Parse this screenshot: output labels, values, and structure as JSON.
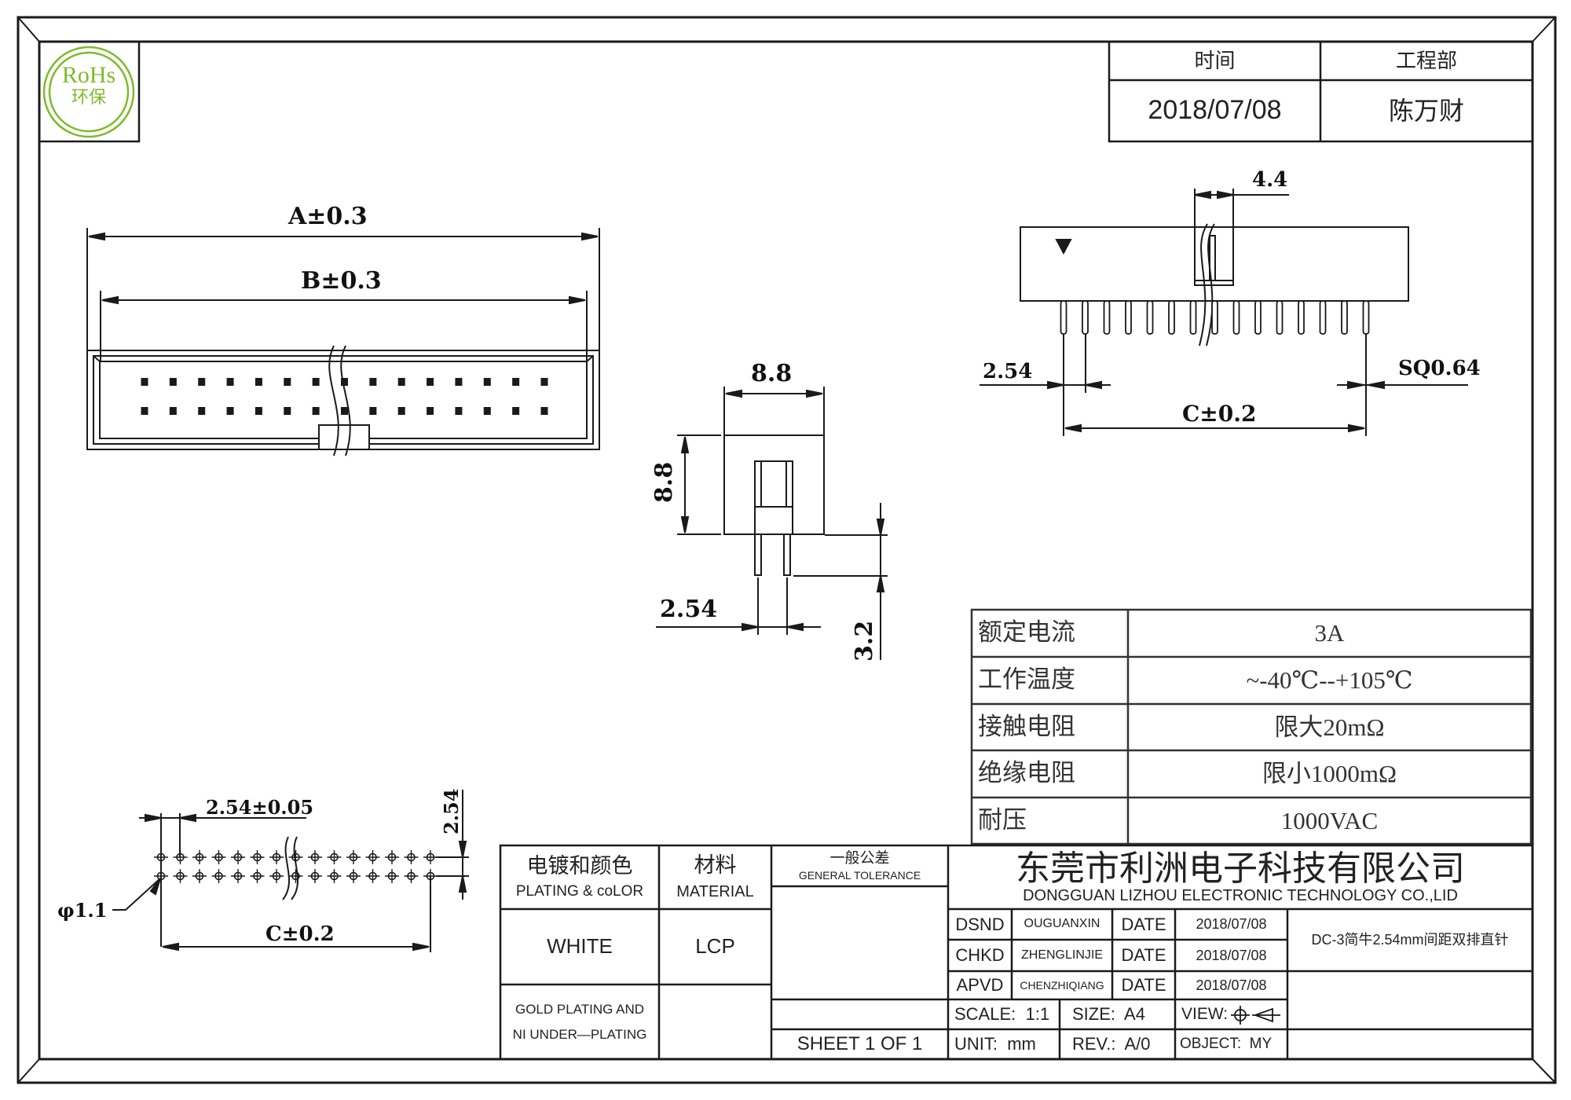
{
  "logo": {
    "line1": "RoHs",
    "line2": "环保",
    "color": "#7dbb2a"
  },
  "header_table": {
    "col1_label": "时间",
    "col2_label": "工程部",
    "col1_value": "2018/07/08",
    "col2_value": "陈万财"
  },
  "top_view": {
    "dim_a": "A±0.3",
    "dim_b": "B±0.3",
    "pins_per_row": 15,
    "rows": 2
  },
  "side_view": {
    "dim_width": "8.8",
    "dim_height": "8.8",
    "dim_pitch": "2.54",
    "dim_pin_length": "3.2"
  },
  "front_view": {
    "dim_key": "4.4",
    "dim_pitch": "2.54",
    "dim_pin": "SQ0.64",
    "dim_c": "C±0.2",
    "pins": 15
  },
  "pcb_layout": {
    "dim_pitch": "2.54±0.05",
    "dim_row": "2.54",
    "dim_hole": "φ1.1",
    "dim_c": "C±0.2",
    "holes_per_row": 15
  },
  "specs": [
    {
      "label": "额定电流",
      "value": "3A"
    },
    {
      "label": "工作温度",
      "value": "~-40℃--+105℃"
    },
    {
      "label": "接触电阻",
      "value": "限大20mΩ"
    },
    {
      "label": "绝缘电阻",
      "value": "限小1000mΩ"
    },
    {
      "label": "耐压",
      "value": "1000VAC"
    }
  ],
  "title_block": {
    "plating_label_cn": "电镀和颜色",
    "plating_label_en": "PLATING & coLOR",
    "material_label_cn": "材料",
    "material_label_en": "MATERIAL",
    "tolerance_label_cn": "一般公差",
    "tolerance_label_en": "GENERAL TOLERANCE",
    "color_value": "WHITE",
    "material_value": "LCP",
    "plating_value_1": "GOLD PLATING AND",
    "plating_value_2": "NI UNDER—PLATING",
    "sheet": "SHEET 1 OF 1",
    "company_cn": "东莞市利洲电子科技有限公司",
    "company_en": "DONGGUAN LIZHOU ELECTRONIC TECHNOLOGY CO.,LID",
    "signoffs": [
      {
        "role": "DSND",
        "name": "OUGUANXIN",
        "date_label": "DATE",
        "date": "2018/07/08"
      },
      {
        "role": "CHKD",
        "name": "ZHENGLINJIE",
        "date_label": "DATE",
        "date": "2018/07/08"
      },
      {
        "role": "APVD",
        "name": "CHENZHIQIANG",
        "date_label": "DATE",
        "date": "2018/07/08"
      }
    ],
    "part_name": "DC-3简牛2.54mm间距双排直针",
    "scale": "SCALE:  1:1",
    "size": "SIZE:  A4",
    "view": "VIEW:",
    "unit": "UNIT:  mm",
    "rev": "REV.:  A/0",
    "object": "OBJECT:  MY"
  }
}
